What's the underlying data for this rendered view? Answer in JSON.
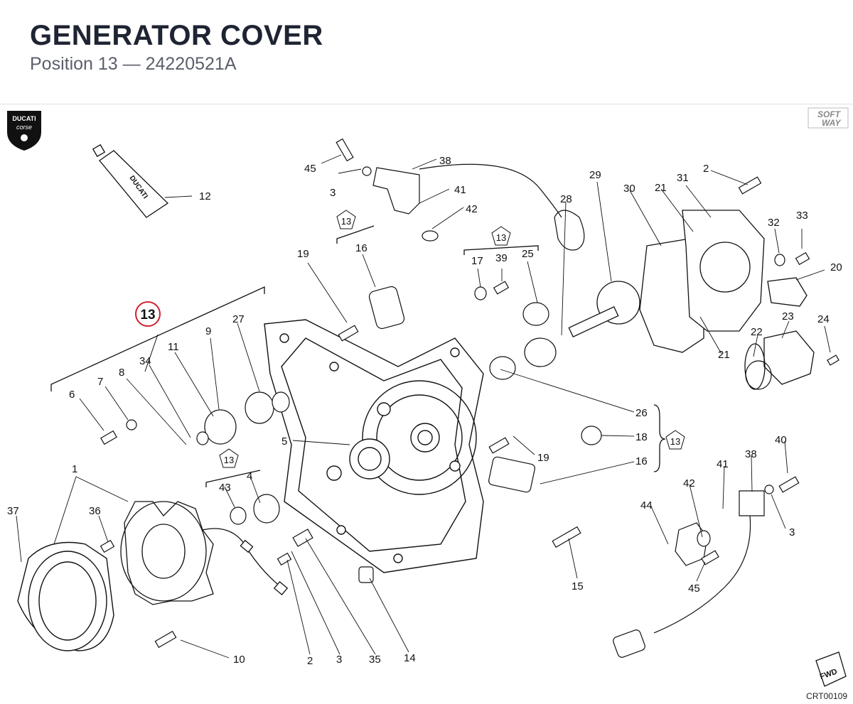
{
  "header": {
    "title": "GENERATOR COVER",
    "subtitle": "Position 13 — 24220521A"
  },
  "brand": {
    "logo_text_1": "DUCATI",
    "logo_text_2": "corse",
    "softway_1": "SOFT",
    "softway_2": "WAY",
    "tube_text": "DUCATI"
  },
  "diagram": {
    "highlight_position": "13",
    "highlight_color": "#d0202e",
    "group_tag": "13",
    "fwd_label": "FWD",
    "drawing_code": "CRT00109",
    "callouts": [
      "45",
      "3",
      "38",
      "41",
      "42",
      "12",
      "13",
      "16",
      "19",
      "17",
      "39",
      "25",
      "28",
      "29",
      "30",
      "21",
      "31",
      "2",
      "32",
      "33",
      "20",
      "23",
      "24",
      "22",
      "21",
      "27",
      "9",
      "11",
      "34",
      "8",
      "7",
      "6",
      "26",
      "18",
      "13",
      "16",
      "19",
      "5",
      "13",
      "4",
      "43",
      "1",
      "37",
      "36",
      "40",
      "41",
      "38",
      "42",
      "44",
      "3",
      "45",
      "15",
      "14",
      "35",
      "3",
      "2",
      "10"
    ]
  }
}
